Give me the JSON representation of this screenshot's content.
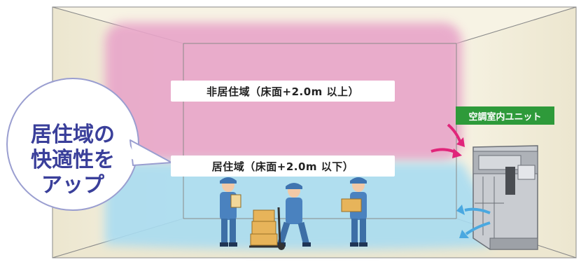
{
  "zones": {
    "upper_label": "非居住域（床面+2.0m 以上）",
    "lower_label": "居住域（床面+2.0m 以下）"
  },
  "unit_tag": "空調室内ユニット",
  "bubble": {
    "line1": "居住域の",
    "line2": "快適性を",
    "line3": "アップ"
  },
  "colors": {
    "upper_zone": "#e8a5c9",
    "lower_zone": "#a9dcf1",
    "wall": "#f3eed9",
    "accent_arrow": "#e0257a",
    "airflow_arrow": "#4aa8e0",
    "unit_tag_bg": "#2e9a3a",
    "bubble_text": "#3a3f9a",
    "worker": "#4a82bf",
    "box": "#e7b45a"
  },
  "icons": [
    "worker-clipboard-icon",
    "worker-handtruck-icon",
    "worker-box-icon",
    "ac-indoor-unit-icon",
    "airflow-arrow-icon",
    "pointer-arrow-icon"
  ]
}
